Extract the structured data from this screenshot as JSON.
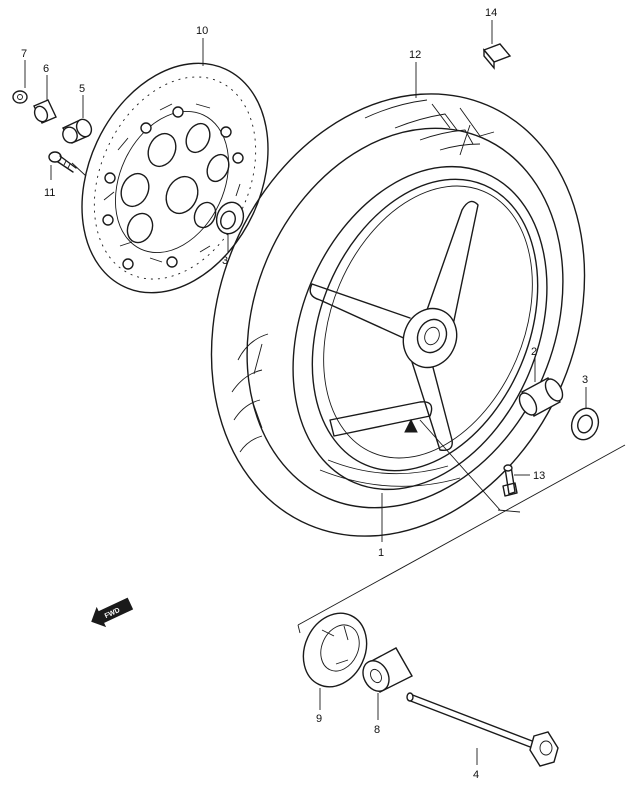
{
  "callouts": [
    {
      "id": "c1",
      "label": "1"
    },
    {
      "id": "c2",
      "label": "2"
    },
    {
      "id": "c3a",
      "label": "3"
    },
    {
      "id": "c3b",
      "label": "3"
    },
    {
      "id": "c4",
      "label": "4"
    },
    {
      "id": "c5",
      "label": "5"
    },
    {
      "id": "c6",
      "label": "6"
    },
    {
      "id": "c7",
      "label": "7"
    },
    {
      "id": "c8",
      "label": "8"
    },
    {
      "id": "c9",
      "label": "9"
    },
    {
      "id": "c10",
      "label": "10"
    },
    {
      "id": "c11",
      "label": "11"
    },
    {
      "id": "c12",
      "label": "12"
    },
    {
      "id": "c13",
      "label": "13"
    },
    {
      "id": "c14",
      "label": "14"
    }
  ],
  "direction_badge": {
    "label": "FWD",
    "icon": "arrow-left-icon"
  },
  "colors": {
    "line": "#1a1a1a",
    "background": "#ffffff"
  }
}
